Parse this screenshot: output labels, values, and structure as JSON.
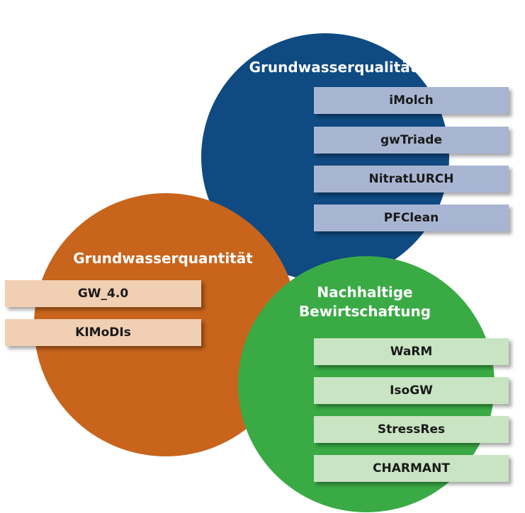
{
  "groups": {
    "quality": {
      "title": "Grundwasserqualität",
      "color": "#0f4a82",
      "box_color": "#a8b5d2",
      "projects": [
        "iMolch",
        "gwTriade",
        "NitratLURCH",
        "PFClean"
      ]
    },
    "quantity": {
      "title": "Grundwasserquantität",
      "color": "#c8641c",
      "box_color": "#f0cfb2",
      "projects": [
        "GW_4.0",
        "KIMoDIs"
      ]
    },
    "sustainable": {
      "title_line1": "Nachhaltige",
      "title_line2": "Bewirtschaftung",
      "color": "#3aaa45",
      "box_color": "#c8e4c2",
      "projects": [
        "WaRM",
        "IsoGW",
        "StressRes",
        "CHARMANT"
      ]
    }
  }
}
